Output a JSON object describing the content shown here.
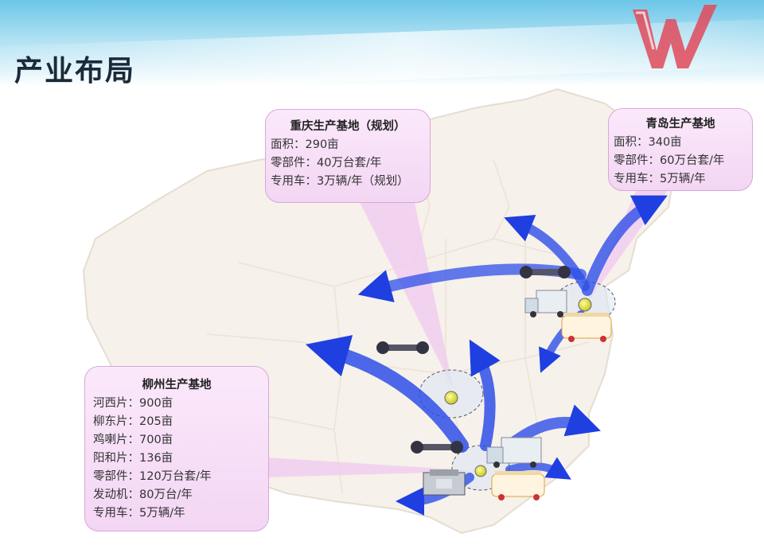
{
  "page": {
    "title": "产业布局"
  },
  "bases": {
    "chongqing": {
      "name": "重庆生产基地（规划）",
      "lines": [
        "面积：290亩",
        "零部件：40万台套/年",
        "专用车：3万辆/年（规划）"
      ]
    },
    "qingdao": {
      "name": "青岛生产基地",
      "lines": [
        "面积：340亩",
        "零部件：60万台套/年",
        "专用车：5万辆/年"
      ]
    },
    "liuzhou": {
      "name": "柳州生产基地",
      "lines": [
        "河西片：900亩",
        "柳东片：205亩",
        "鸡喇片：700亩",
        "阳和片：136亩",
        "零部件：120万台套/年",
        "发动机：80万台/年",
        "专用车：5万辆/年"
      ]
    }
  },
  "colors": {
    "arrow": "#1f3fe0",
    "callout": "#f3d6f3",
    "dot": "#e6e640",
    "map": "#f6f1ea"
  }
}
